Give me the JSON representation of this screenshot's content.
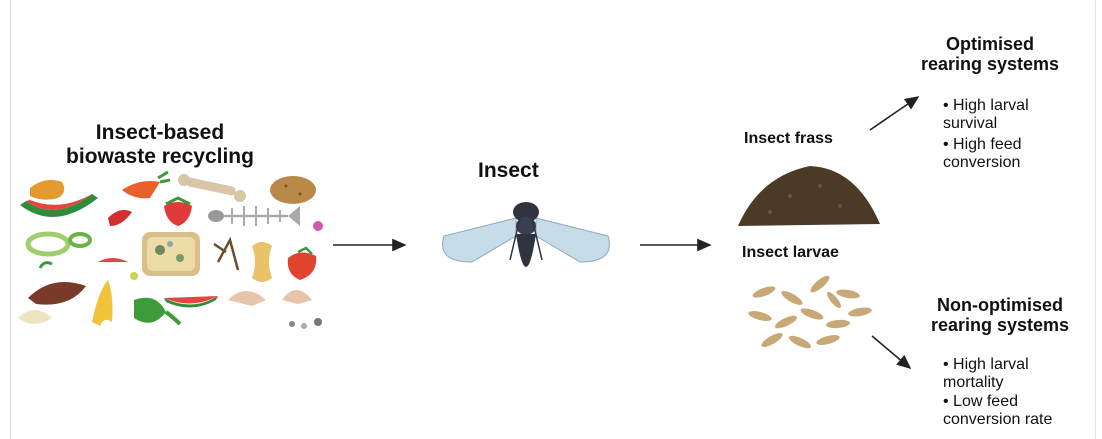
{
  "biowaste": {
    "title_line1": "Insect-based",
    "title_line2": "biowaste recycling",
    "icon": "food-waste-collage-icon"
  },
  "insect": {
    "label": "Insect",
    "icon": "fly-icon"
  },
  "outputs": {
    "frass": {
      "label": "Insect frass",
      "icon": "frass-pile-icon"
    },
    "larvae": {
      "label": "Insect larvae",
      "icon": "larvae-icon"
    }
  },
  "optimised": {
    "title_line1": "Optimised",
    "title_line2": "rearing systems",
    "bullets": [
      {
        "line1": "• High larval",
        "line2": "survival"
      },
      {
        "line1": "• High feed",
        "line2": "conversion"
      }
    ]
  },
  "non_optimised": {
    "title_line1": "Non-optimised",
    "title_line2": "rearing systems",
    "bullets": [
      {
        "line1": "• High larval",
        "line2": "mortality"
      },
      {
        "line1": "• Low feed",
        "line2": "conversion rate"
      }
    ]
  },
  "colors": {
    "arrow": "#222222",
    "frass": "#4a3a26",
    "larva": "#c9a878",
    "fly_body": "#2f3440",
    "wing": "#c7dce9"
  }
}
